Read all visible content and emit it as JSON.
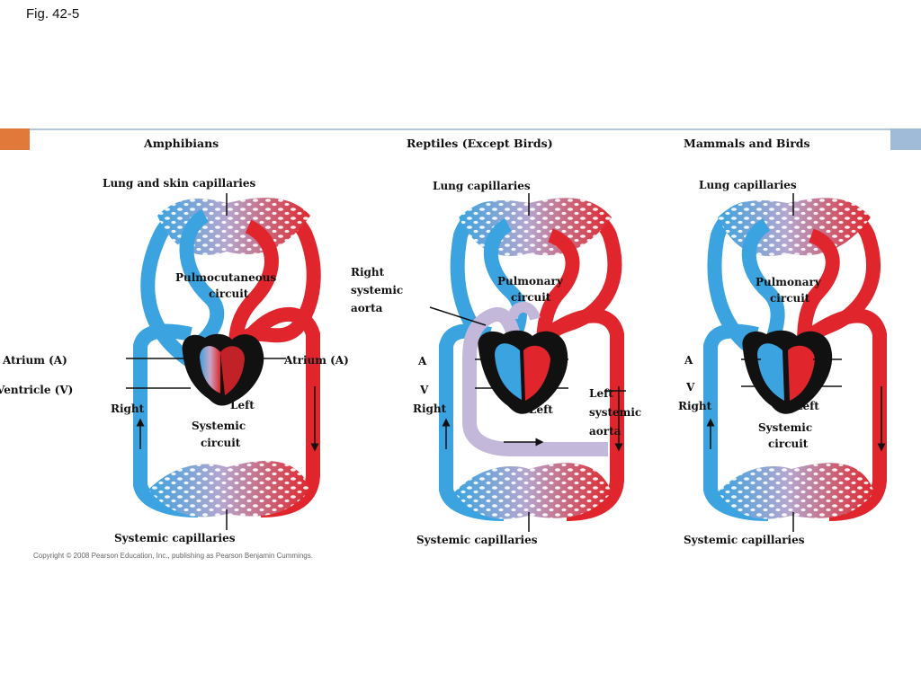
{
  "figure_label": "Fig. 42-5",
  "copyright": "Copyright © 2008 Pearson Education, Inc., publishing as Pearson Benjamin Cummings.",
  "colors": {
    "oxygen_poor": "#3aa3e0",
    "oxygen_rich": "#e0262c",
    "mixed": "#bdb3d8",
    "heart": "#111111",
    "accent_orange": "#e1793a",
    "accent_blue": "#9fbbd7"
  },
  "panels": [
    {
      "title": "Amphibians",
      "top_capillaries": "Lung and skin capillaries",
      "circuit_lines": [
        "Pulmocutaneous",
        "circuit"
      ],
      "left_labels": [
        "Atrium (A)",
        "Ventricle (V)"
      ],
      "right_atrium_label": "Atrium (A)",
      "right_side": "Right",
      "left_side": "Left",
      "systemic_lines": [
        "Systemic",
        "circuit"
      ],
      "bottom_capillaries": "Systemic capillaries"
    },
    {
      "title": "Reptiles (Except Birds)",
      "top_capillaries": "Lung capillaries",
      "circuit_lines": [
        "Pulmonary",
        "circuit"
      ],
      "right_aorta_lines": [
        "Right",
        "systemic",
        "aorta"
      ],
      "left_aorta_lines": [
        "Left",
        "systemic",
        "aorta"
      ],
      "atrium_abbr": "A",
      "ventricle_abbr": "V",
      "right_side": "Right",
      "left_side": "Left",
      "bottom_capillaries": "Systemic capillaries"
    },
    {
      "title": "Mammals and Birds",
      "top_capillaries": "Lung capillaries",
      "circuit_lines": [
        "Pulmonary",
        "circuit"
      ],
      "atrium_abbr": "A",
      "ventricle_abbr": "V",
      "right_side": "Right",
      "left_side": "Left",
      "systemic_lines": [
        "Systemic",
        "circuit"
      ],
      "bottom_capillaries": "Systemic capillaries"
    }
  ]
}
